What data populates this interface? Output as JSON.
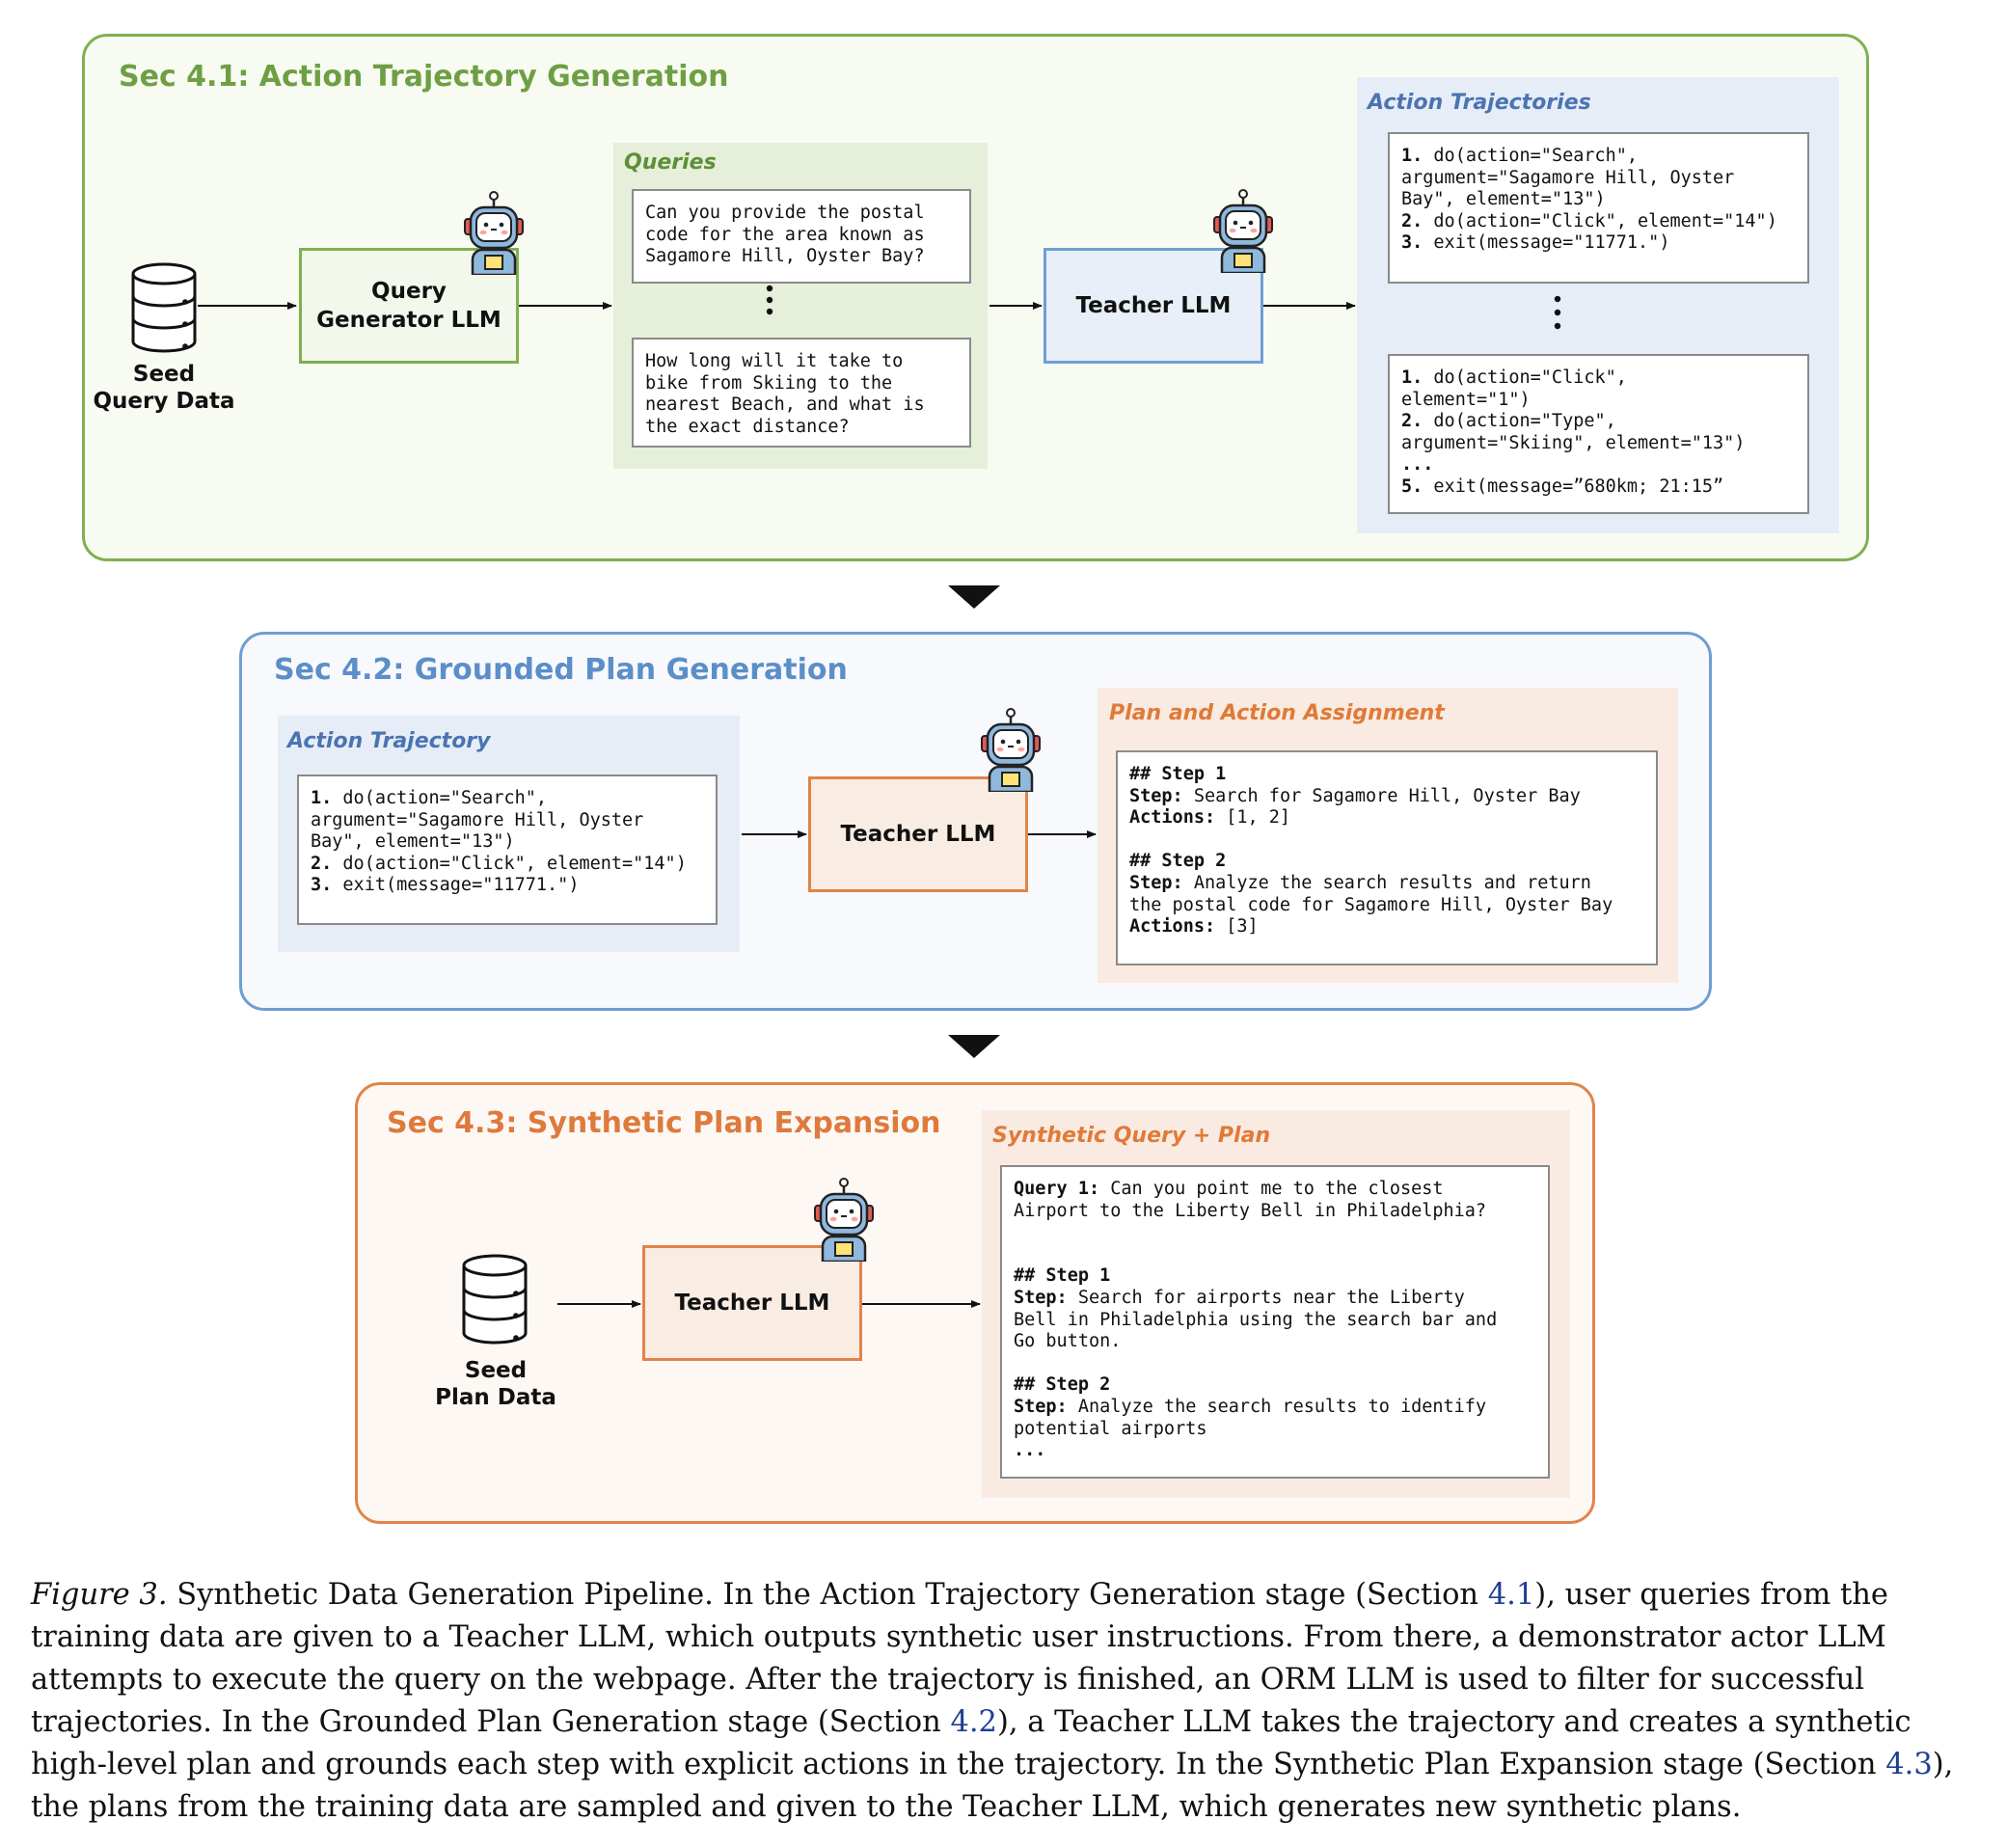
{
  "sections": {
    "s1": {
      "title": "Sec 4.1: Action Trajectory Generation",
      "seed_label": "Seed\nQuery Data",
      "generator_label": "Query\nGenerator LLM",
      "queries_label": "Queries",
      "query1": "Can you provide the postal\ncode for the area known as\nSagamore Hill, Oyster Bay?",
      "query2": "How long will it take to\nbike from Skiing to the\nnearest Beach, and what is\nthe exact distance?",
      "teacher_label": "Teacher LLM",
      "trajectories_label": "Action Trajectories",
      "traj1": [
        {
          "n": "1.",
          "t": " do(action=\"Search\",\nargument=\"Sagamore Hill, Oyster\nBay\", element=\"13\")"
        },
        {
          "n": "2.",
          "t": " do(action=\"Click\", element=\"14\")"
        },
        {
          "n": "3.",
          "t": " exit(message=\"11771.\")"
        }
      ],
      "traj2": [
        {
          "n": "1.",
          "t": " do(action=\"Click\",\nelement=\"1\")"
        },
        {
          "n": "2.",
          "t": " do(action=\"Type\",\nargument=\"Skiing\", element=\"13\")"
        },
        {
          "n": "...",
          "t": ""
        },
        {
          "n": "5.",
          "t": " exit(message=”680km; 21:15”"
        }
      ]
    },
    "s2": {
      "title": "Sec 4.2: Grounded Plan Generation",
      "trajectory_label": "Action Trajectory",
      "traj": [
        {
          "n": "1.",
          "t": " do(action=\"Search\",\nargument=\"Sagamore Hill, Oyster\nBay\", element=\"13\")"
        },
        {
          "n": "2.",
          "t": " do(action=\"Click\", element=\"14\")"
        },
        {
          "n": "3.",
          "t": " exit(message=\"11771.\")"
        }
      ],
      "teacher_label": "Teacher LLM",
      "plan_label": "Plan and Action Assignment",
      "plan": [
        {
          "b": "## Step 1",
          "t": ""
        },
        {
          "b": "Step:",
          "t": " Search for Sagamore Hill, Oyster Bay"
        },
        {
          "b": "Actions:",
          "t": " [1, 2]"
        },
        {
          "b": "",
          "t": " "
        },
        {
          "b": "## Step 2",
          "t": ""
        },
        {
          "b": "Step:",
          "t": " Analyze the search results and return\nthe postal code for Sagamore Hill, Oyster Bay"
        },
        {
          "b": "Actions:",
          "t": " [3]"
        }
      ]
    },
    "s3": {
      "title": "Sec 4.3: Synthetic Plan Expansion",
      "seed_label": "Seed\nPlan Data",
      "teacher_label": "Teacher LLM",
      "synth_label": "Synthetic Query + Plan",
      "synth": [
        {
          "b": "Query 1:",
          "t": " Can you point me to the closest\nAirport to the Liberty Bell in Philadelphia?"
        },
        {
          "b": "",
          "t": " "
        },
        {
          "b": "",
          "t": " "
        },
        {
          "b": "## Step 1",
          "t": ""
        },
        {
          "b": "Step:",
          "t": " Search for airports near the Liberty\nBell in Philadelphia using the search bar and\nGo button."
        },
        {
          "b": "",
          "t": " "
        },
        {
          "b": "## Step 2",
          "t": ""
        },
        {
          "b": "Step:",
          "t": " Analyze the search results to identify\npotential airports"
        },
        {
          "b": "...",
          "t": ""
        }
      ]
    }
  },
  "caption": {
    "label": "Figure 3.",
    "parts": [
      {
        "text": " Synthetic Data Generation Pipeline. In the Action Trajectory Generation stage (Section ",
        "ref": false
      },
      {
        "text": "4.1",
        "ref": true
      },
      {
        "text": "), user queries from the training data are given to a Teacher LLM, which outputs synthetic user instructions. From there, a demonstrator actor LLM attempts to execute the query on the webpage. After the trajectory is finished, an ORM LLM is used to filter for successful trajectories. In the Grounded Plan Generation stage (Section ",
        "ref": false
      },
      {
        "text": "4.2",
        "ref": true
      },
      {
        "text": "), a Teacher LLM takes the trajectory and creates a synthetic high-level plan and grounds each step with explicit actions in the trajectory. In the Synthetic Plan Expansion stage (Section ",
        "ref": false
      },
      {
        "text": "4.3",
        "ref": true
      },
      {
        "text": "), the plans from the training data are sampled and given to the Teacher LLM, which generates new synthetic plans.",
        "ref": false
      }
    ]
  },
  "colors": {
    "green": "#7fb04f",
    "blue": "#6f9ed3",
    "orange": "#e0844a",
    "ref_link": "#1f3f93"
  },
  "icons": [
    "database-icon",
    "robot-icon",
    "arrow-icon",
    "down-triangle-icon",
    "vertical-ellipsis-icon"
  ]
}
